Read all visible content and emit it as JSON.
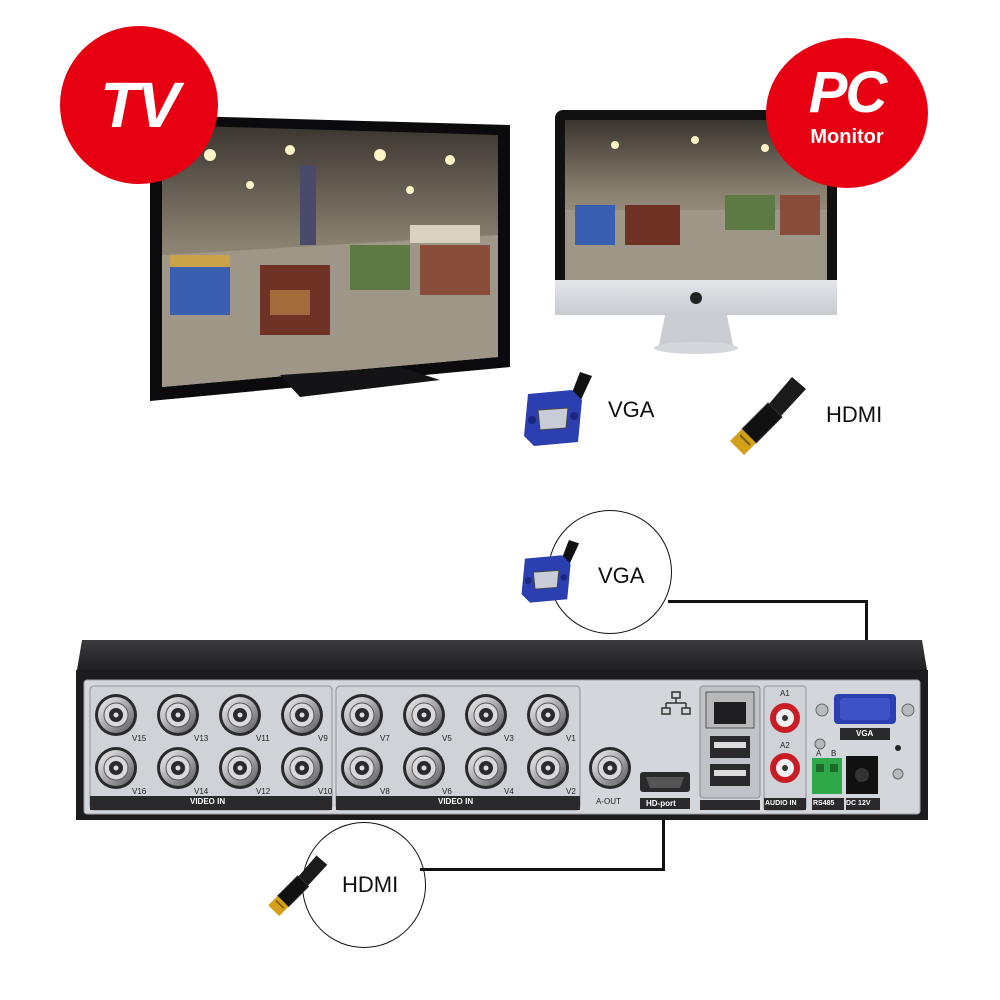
{
  "badges": {
    "tv": "TV",
    "pc_main": "PC",
    "pc_sub": "Monitor"
  },
  "top_connectors": {
    "vga": "VGA",
    "hdmi": "HDMI"
  },
  "callouts": {
    "vga": "VGA",
    "hdmi": "HDMI"
  },
  "dvr": {
    "video_channels_top_left": [
      "V15",
      "V13",
      "V11",
      "V9"
    ],
    "video_channels_bottom_left": [
      "V16",
      "V14",
      "V12",
      "V10"
    ],
    "video_channels_top_right": [
      "V7",
      "V5",
      "V3",
      "V1"
    ],
    "video_channels_bottom_right": [
      "V8",
      "V6",
      "V4",
      "V2"
    ],
    "video_in_label_left": "VIDEO IN",
    "video_in_label_right": "VIDEO IN",
    "a_out": "A-OUT",
    "hd_port": "HD-port",
    "audio_a1": "A1",
    "audio_a2": "A2",
    "audio_in": "AUDIO IN",
    "rs485": "RS485",
    "rs485_a": "A",
    "rs485_b": "B",
    "dc": "DC 12V",
    "vga_port": "VGA"
  },
  "colors": {
    "badge_red": "#e60012",
    "vga_blue": "#2b3fb0",
    "dvr_body": "#1f1f22",
    "dvr_panel": "#d6d8dc"
  }
}
